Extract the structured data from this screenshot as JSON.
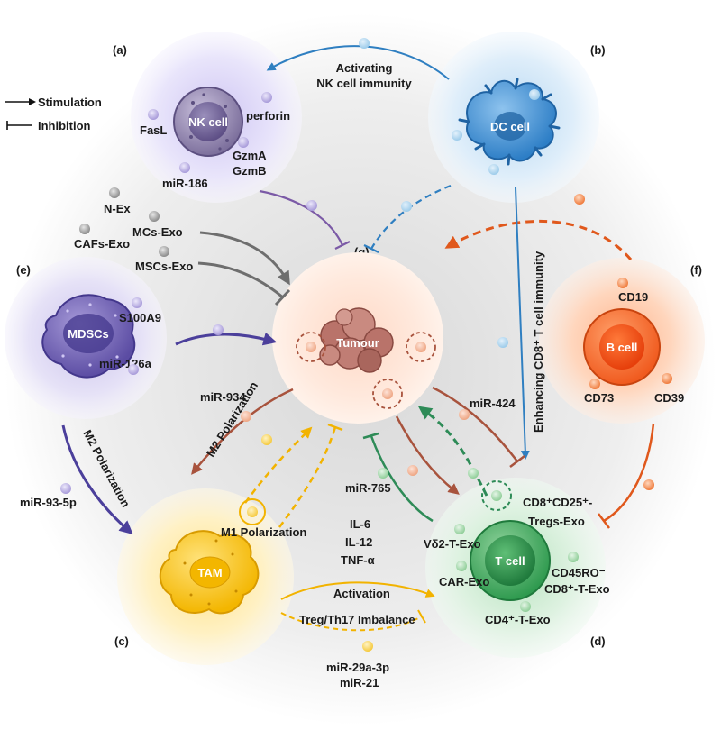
{
  "legend": {
    "stimulation": "Stimulation",
    "inhibition": "Inhibition"
  },
  "panels": {
    "a": "(a)",
    "b": "(b)",
    "c": "(c)",
    "d": "(d)",
    "e": "(e)",
    "f": "(f)",
    "g": "(g)"
  },
  "nk": {
    "cell": "NK cell",
    "perforin": "perforin",
    "fasl": "FasL",
    "gzma": "GzmA",
    "gzmb": "GzmB",
    "mir": "miR-186"
  },
  "dc": {
    "cell": "DC cell",
    "activating_1": "Activating",
    "activating_2": "NK cell immunity",
    "enhancing": "Enhancing CD8⁺ T cell immunity"
  },
  "exo": {
    "nex": "N-Ex",
    "mcs": "MCs-Exo",
    "cafs": "CAFs-Exo",
    "mscs": "MSCs-Exo"
  },
  "mdsc": {
    "cell": "MDSCs",
    "s100a9": "S100A9",
    "mir126": "miR-126a",
    "m2": "M2 Polarization",
    "mir93": "miR-93-5p"
  },
  "tumour": {
    "label": "Tumour",
    "mir934": "miR-934",
    "m2": "M2 Polarization",
    "mir424": "miR-424",
    "mir765": "miR-765"
  },
  "bcell": {
    "cell": "B cell",
    "cd19": "CD19",
    "cd73": "CD73",
    "cd39": "CD39"
  },
  "tam": {
    "cell": "TAM",
    "m1": "M1 Polarization",
    "il6": "IL-6",
    "il12": "IL-12",
    "tnfa": "TNF-α",
    "activation": "Activation",
    "treg": "Treg/Th17 Imbalance",
    "mir29": "miR-29a-3p",
    "mir21": "miR-21"
  },
  "tcell": {
    "cell": "T cell",
    "cd8cd25_1": "CD8⁺CD25⁺-",
    "cd8cd25_2": "Tregs-Exo",
    "vd2": "Vδ2-T-Exo",
    "car": "CAR-Exo",
    "cd45ro": "CD45RO⁻",
    "cd8texo": "CD8⁺-T-Exo",
    "cd4": "CD4⁺-T-Exo"
  },
  "colors": {
    "purple": "#6b4fa8",
    "blue": "#2f7fc1",
    "orange": "#e0581c",
    "green": "#2e8b57",
    "yellow": "#f2b300",
    "brown": "#a8533d",
    "gray": "#6e6e6e"
  }
}
